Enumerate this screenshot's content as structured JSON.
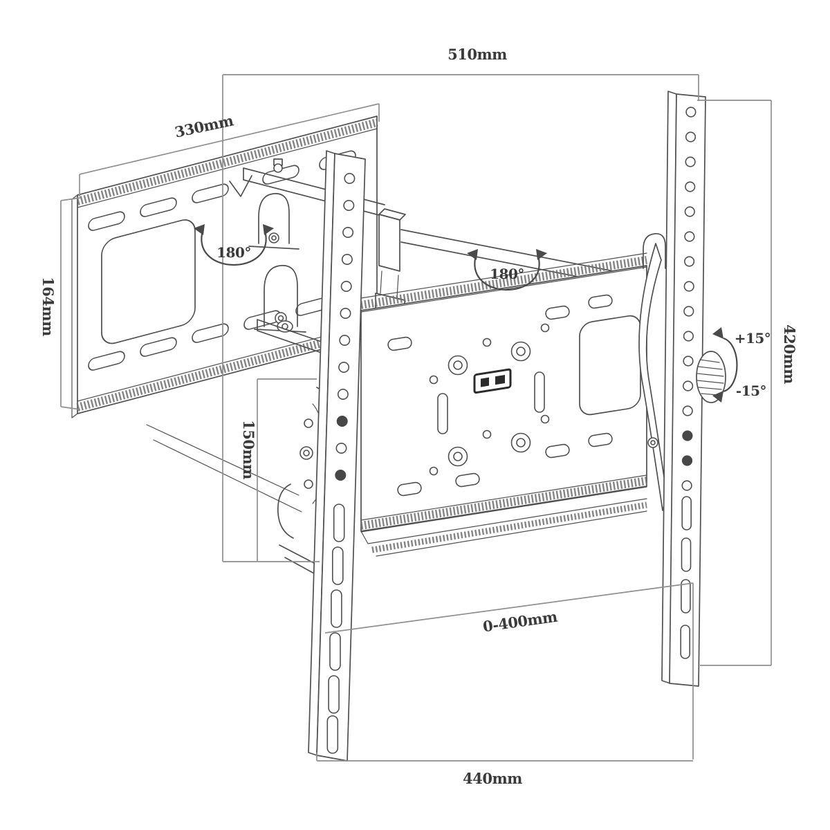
{
  "annotations": {
    "top_width": "510mm",
    "wall_plate_width": "330mm",
    "wall_plate_height": "164mm",
    "center_offset": "150mm",
    "rail_height": "420mm",
    "extension_range": "0-400mm",
    "bottom_width": "440mm",
    "swivel_arm_left": "180°",
    "swivel_arm_right": "180°",
    "tilt_up": "+15°",
    "tilt_down": "-15°"
  },
  "colors": {
    "drawing_line": "#4f4f4f",
    "dimension_line": "#8f8f8f",
    "label_text": "#3a3a3a",
    "background": "#ffffff"
  }
}
